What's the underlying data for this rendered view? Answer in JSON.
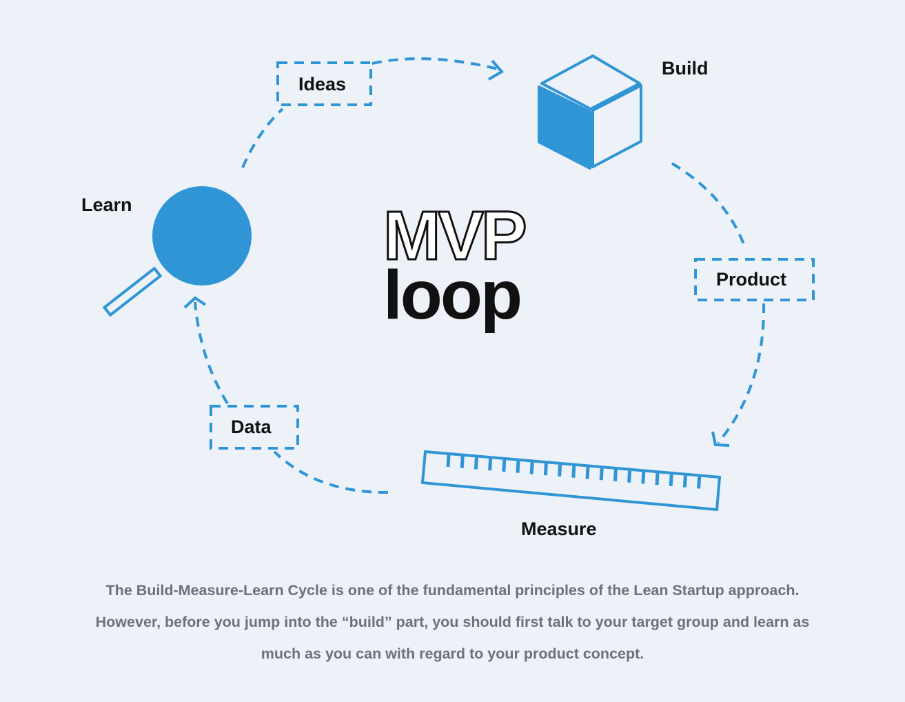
{
  "diagram": {
    "title_outline": "MVP",
    "title_solid": "loop",
    "stages": {
      "build": "Build",
      "measure": "Measure",
      "learn": "Learn"
    },
    "artifacts": {
      "ideas": "Ideas",
      "product": "Product",
      "data": "Data"
    },
    "accent_color": "#2f95d5"
  },
  "caption": {
    "lines": [
      "The Build-Measure-Learn Cycle is one of the fundamental principles of the Lean Startup approach.",
      "However, before you jump into the “build” part, you should first talk to your target group and learn as",
      "much as you can with regard to your product concept."
    ]
  }
}
